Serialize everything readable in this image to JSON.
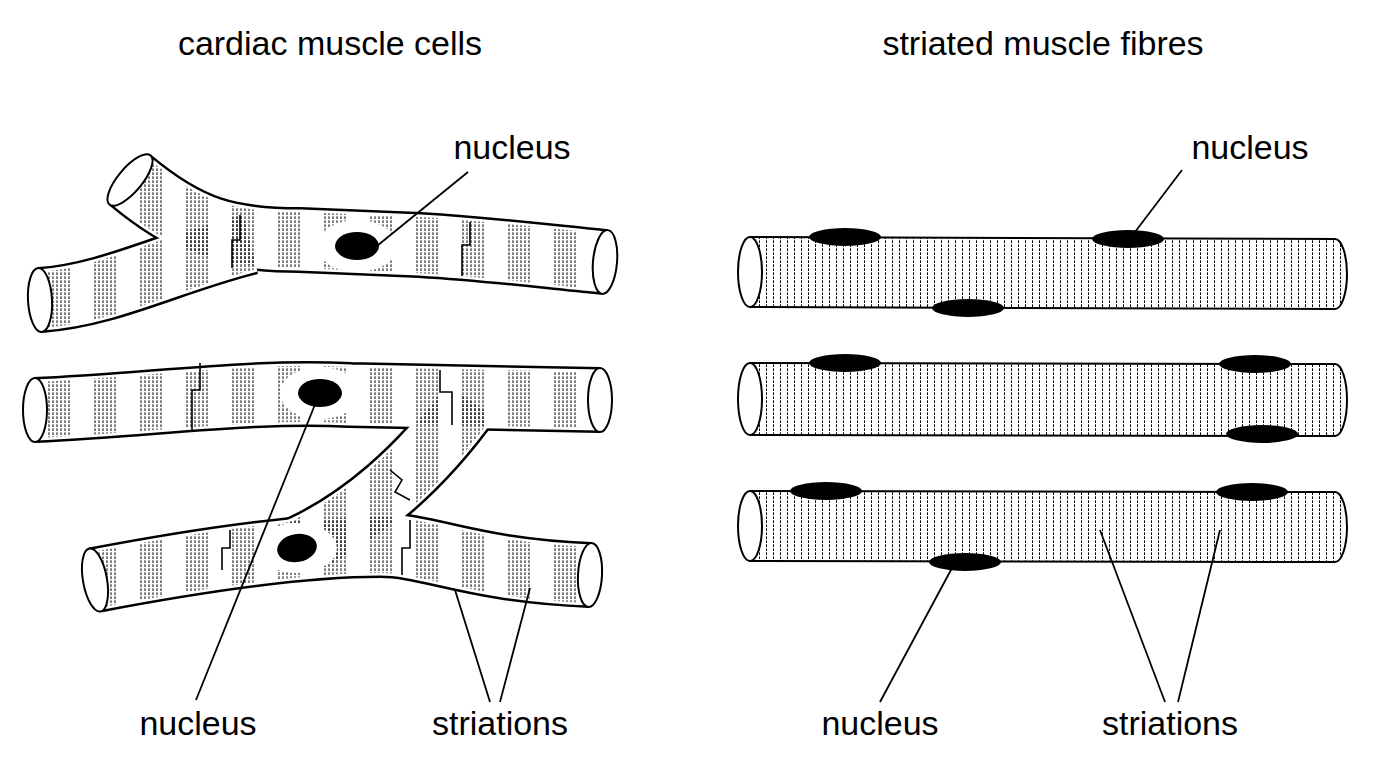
{
  "diagram": {
    "labels": [
      "cardiac muscle cells",
      "striated muscle fibres",
      "nucleus",
      "nucleus",
      "nucleus",
      "striations",
      "nucleus",
      "striations"
    ]
  }
}
